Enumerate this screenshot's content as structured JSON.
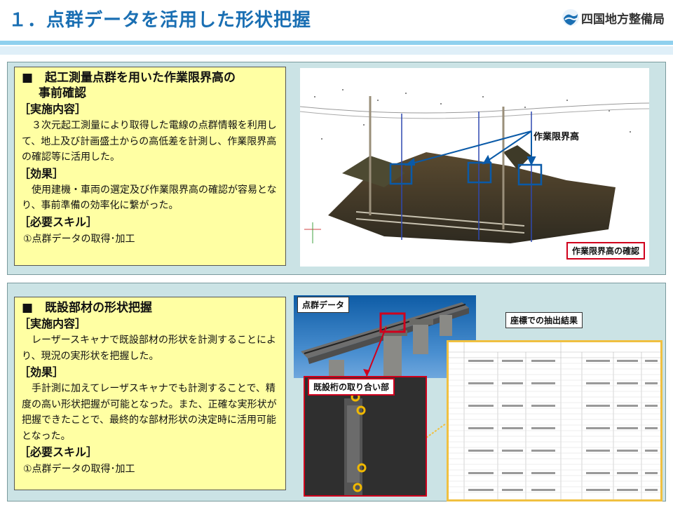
{
  "header": {
    "title": "１．点群データを活用した形状把握",
    "org": "四国地方整備局"
  },
  "section1": {
    "heading_line1": "■　起工測量点群を用いた作業限界高の",
    "heading_line2": "事前確認",
    "impl_label": "［実施内容］",
    "impl_text": "３次元起工測量により取得した電線の点群情報を利用して、地上及び計画盛土からの高低差を計測し、作業限界高の確認等に活用した。",
    "effect_label": "［効果］",
    "effect_text": "使用建機・車両の選定及び作業限界高の確認が容易となり、事前準備の効率化に繋がった。",
    "skill_label": "［必要スキル］",
    "skill_text": "①点群データの取得･加工",
    "photo_callout": "作業限界高",
    "photo_caption": "作業限界高の確認"
  },
  "section2": {
    "heading": "■　既設部材の形状把握",
    "impl_label": "［実施内容］",
    "impl_text": "レーザースキャナで既設部材の形状を計測することにより、現況の実形状を把握した。",
    "effect_label": "［効果］",
    "effect_text": "手計測に加えてレーザスキャナでも計測することで、精度の高い形状把握が可能となった。また、正確な実形状が把握できたことで、最終的な部材形状の決定時に活用可能となった。",
    "skill_label": "［必要スキル］",
    "skill_text": "①点群データの取得･加工",
    "label_pointcloud": "点群データ",
    "label_joint": "既設桁の取り合い部",
    "label_coords": "座標での抽出結果"
  },
  "colors": {
    "title_blue": "#1a6fb3",
    "panel_bg": "#cbe3e5",
    "text_box_bg": "#ffffa3",
    "highlight_red": "#d0001c",
    "callout_blue": "#0a5aa8"
  }
}
